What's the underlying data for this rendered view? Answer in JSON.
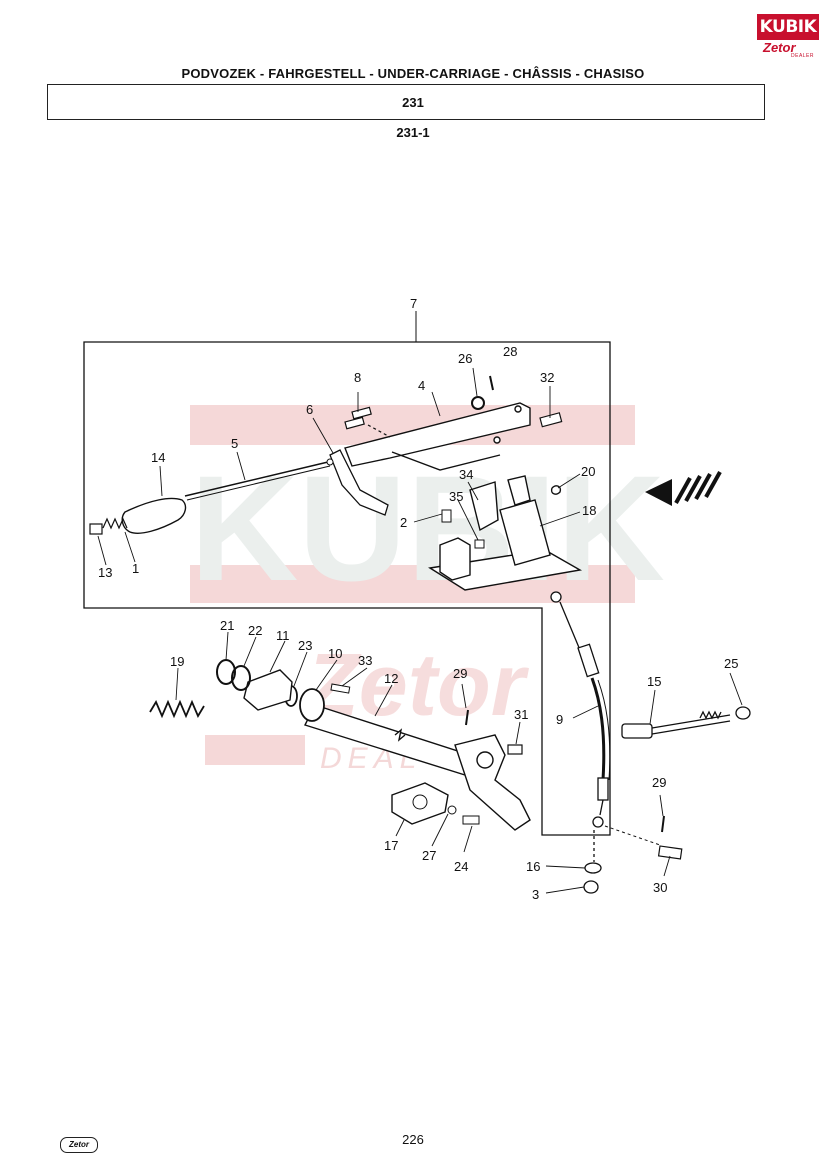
{
  "header": {
    "title": "PODVOZEK - FAHRGESTELL - UNDER-CARRIAGE - CHÂSSIS - CHASISO",
    "section": "231",
    "subsection": "231-1"
  },
  "logo": {
    "top": "KUBIK",
    "bottom": "Zetor",
    "small": "DEALER"
  },
  "watermark": {
    "text": "KUBIK",
    "sub": "Zetor",
    "dealer": "DEAL"
  },
  "diagram": {
    "callouts": {
      "c1": "1",
      "c2": "2",
      "c3": "3",
      "c4": "4",
      "c5": "5",
      "c6": "6",
      "c7": "7",
      "c8": "8",
      "c9": "9",
      "c10": "10",
      "c11": "11",
      "c12": "12",
      "c13": "13",
      "c14": "14",
      "c15": "15",
      "c16": "16",
      "c17": "17",
      "c18": "18",
      "c19": "19",
      "c20": "20",
      "c21": "21",
      "c22": "22",
      "c23": "23",
      "c24": "24",
      "c25": "25",
      "c26": "26",
      "c27": "27",
      "c28": "28",
      "c29a": "29",
      "c29b": "29",
      "c30": "30",
      "c31": "31",
      "c32": "32",
      "c33": "33",
      "c34": "34",
      "c35": "35"
    }
  },
  "footer": {
    "page": "226",
    "logo": "Zetor"
  },
  "colors": {
    "brand": "#c8102e",
    "line": "#111111",
    "watermark": "#f4d4d4"
  }
}
